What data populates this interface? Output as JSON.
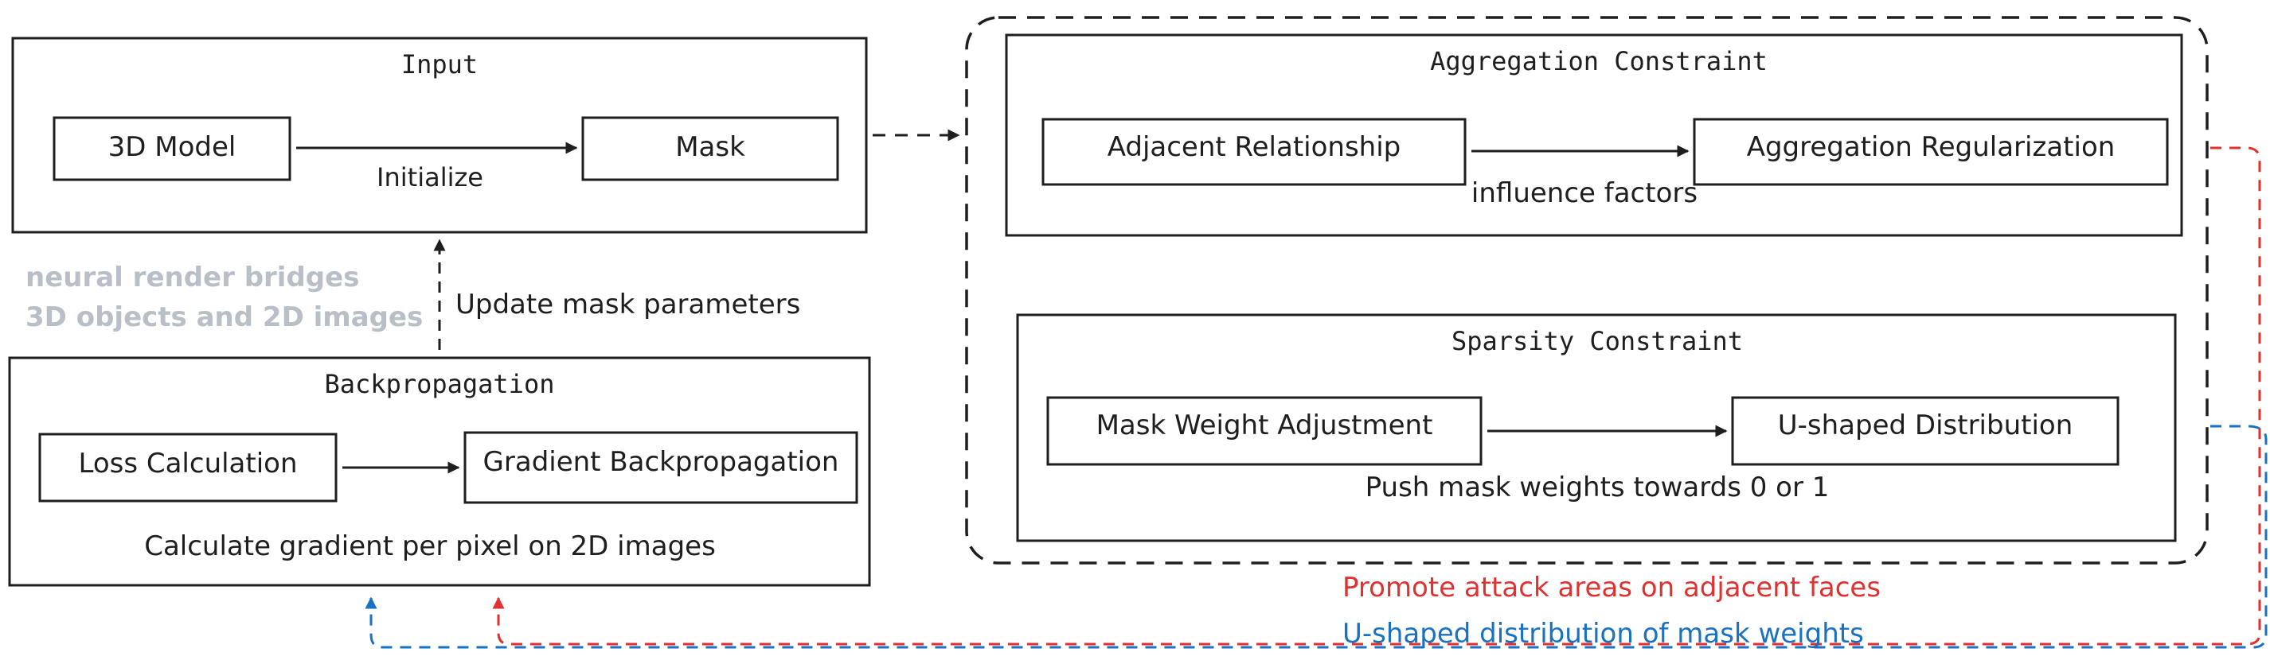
{
  "input": {
    "title": "Input",
    "model_label": "3D Model",
    "mask_label": "Mask",
    "edge_label": "Initialize"
  },
  "side_note": {
    "line1": "neural render bridges",
    "line2": "3D objects and 2D images"
  },
  "update_label": "Update mask parameters",
  "backprop": {
    "title": "Backpropagation",
    "loss_label": "Loss Calculation",
    "gradient_label": "Gradient Backpropagation",
    "caption": "Calculate gradient per pixel on 2D images"
  },
  "aggregation": {
    "title": "Aggregation Constraint",
    "adjacent_label": "Adjacent Relationship",
    "regularization_label": "Aggregation Regularization",
    "edge_label": "influence factors"
  },
  "sparsity": {
    "title": "Sparsity Constraint",
    "weight_label": "Mask Weight Adjustment",
    "ushape_label": "U-shaped Distribution",
    "caption": "Push mask weights towards 0 or 1"
  },
  "feedback": {
    "red_label": "Promote attack areas on adjacent faces",
    "blue_label": "U-shaped distribution of mask weights"
  },
  "colors": {
    "stroke": "#1e1e1e",
    "red": "#e03131",
    "blue": "#1971c2",
    "note": "#b8bfc7"
  }
}
